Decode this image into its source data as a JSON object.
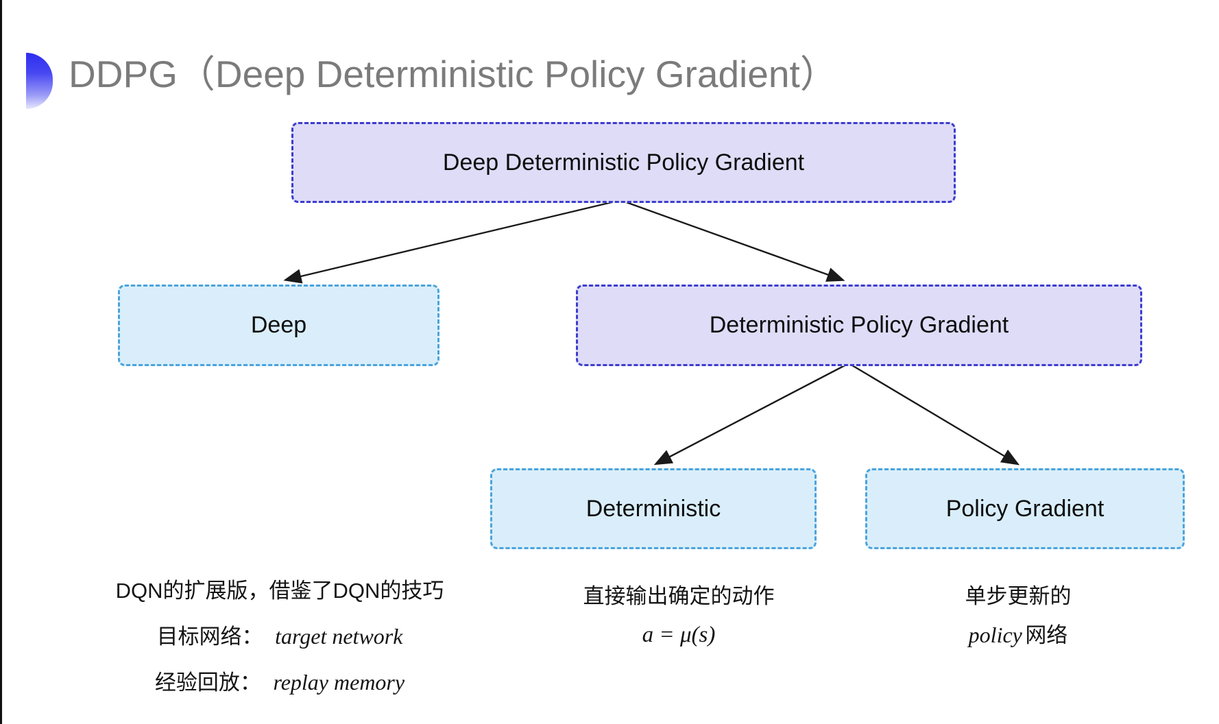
{
  "title": {
    "text": "DDPG（Deep Deterministic Policy Gradient）"
  },
  "colors": {
    "lavender_fill": "#dedcf7",
    "lavender_border": "#3c3ccd",
    "cyan_fill": "#d9eefa",
    "cyan_border": "#4aa3dc",
    "title_gray": "#7b7b7b",
    "bullet_blue": "#2e2ef0",
    "arrow_black": "#1a1a1a"
  },
  "tree": {
    "root": {
      "label": "Deep Deterministic Policy Gradient"
    },
    "level2": [
      {
        "label": "Deep"
      },
      {
        "label": "Deterministic Policy Gradient"
      }
    ],
    "level3": [
      {
        "label": "Deterministic"
      },
      {
        "label": "Policy Gradient"
      }
    ],
    "edges": [
      {
        "from": "root",
        "to": "deep"
      },
      {
        "from": "root",
        "to": "deterministic-policy-gradient"
      },
      {
        "from": "deterministic-policy-gradient",
        "to": "deterministic"
      },
      {
        "from": "deterministic-policy-gradient",
        "to": "policy-gradient"
      }
    ]
  },
  "annotations": {
    "deep_notes": {
      "line1": "DQN的扩展版，借鉴了DQN的技巧",
      "line2_zh": "目标网络：",
      "line2_en": "target network",
      "line3_zh": "经验回放：",
      "line3_en": "replay memory"
    },
    "deterministic_notes": {
      "line1": "直接输出确定的动作",
      "formula": "a = μ(s)"
    },
    "policy_gradient_notes": {
      "line1": "单步更新的",
      "line2_en": "policy",
      "line2_zh": " 网络"
    }
  }
}
